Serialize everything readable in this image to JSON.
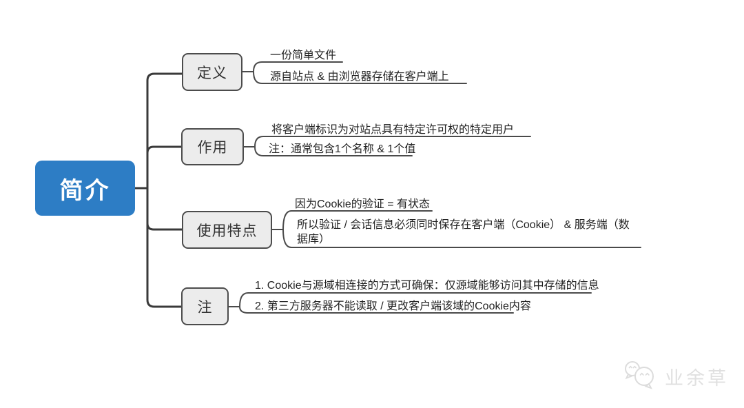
{
  "diagram": {
    "root": {
      "label": "简介"
    },
    "branches": [
      {
        "label": "定义",
        "children": [
          "一份简单文件",
          "源自站点 & 由浏览器存储在客户端上"
        ]
      },
      {
        "label": "作用",
        "children": [
          "将客户端标识为对站点具有特定许可权的特定用户",
          "注：通常包含1个名称 & 1个值"
        ]
      },
      {
        "label": "使用特点",
        "children": [
          "因为Cookie的验证 = 有状态",
          "所以验证 / 会话信息必须同时保存在客户端（Cookie） & 服务端（数据库）"
        ]
      },
      {
        "label": "注",
        "children": [
          "1. Cookie与源域相连接的方式可确保：仅源域能够访问其中存储的信息",
          "2. 第三方服务器不能读取 / 更改客户端该域的Cookie内容"
        ]
      }
    ]
  },
  "watermark": {
    "label": "业余草",
    "icon": "wechat-logo-icon"
  },
  "colors": {
    "root_bg": "#2d7dc5",
    "root_text": "#ffffff",
    "branch_bg": "#ececec",
    "branch_border": "#4c4c4c",
    "trunk_line": "#3a3a3a",
    "leaf_line": "#4a4a4a",
    "text": "#222222",
    "watermark": "#e0e0e0"
  }
}
